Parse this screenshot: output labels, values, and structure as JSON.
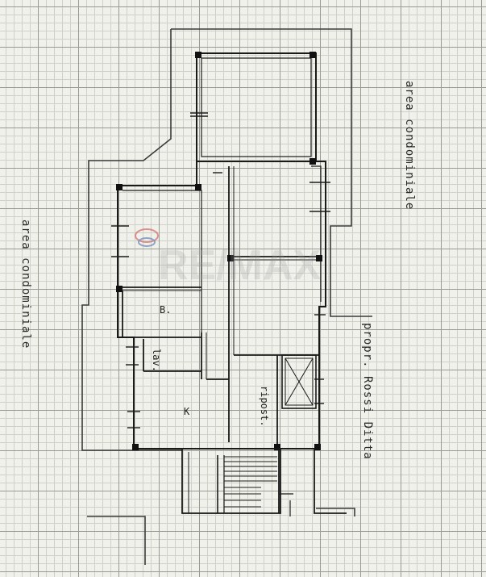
{
  "plan": {
    "labels": {
      "left_side": "area condominiale",
      "top_right_side": "area condominiale",
      "right_side": "propr. Rossi Ditta"
    },
    "rooms": {
      "bathroom": "B.",
      "laundry": "lav.",
      "kitchen": "K",
      "storage": "ripost."
    },
    "watermark": "RE/MAX"
  }
}
